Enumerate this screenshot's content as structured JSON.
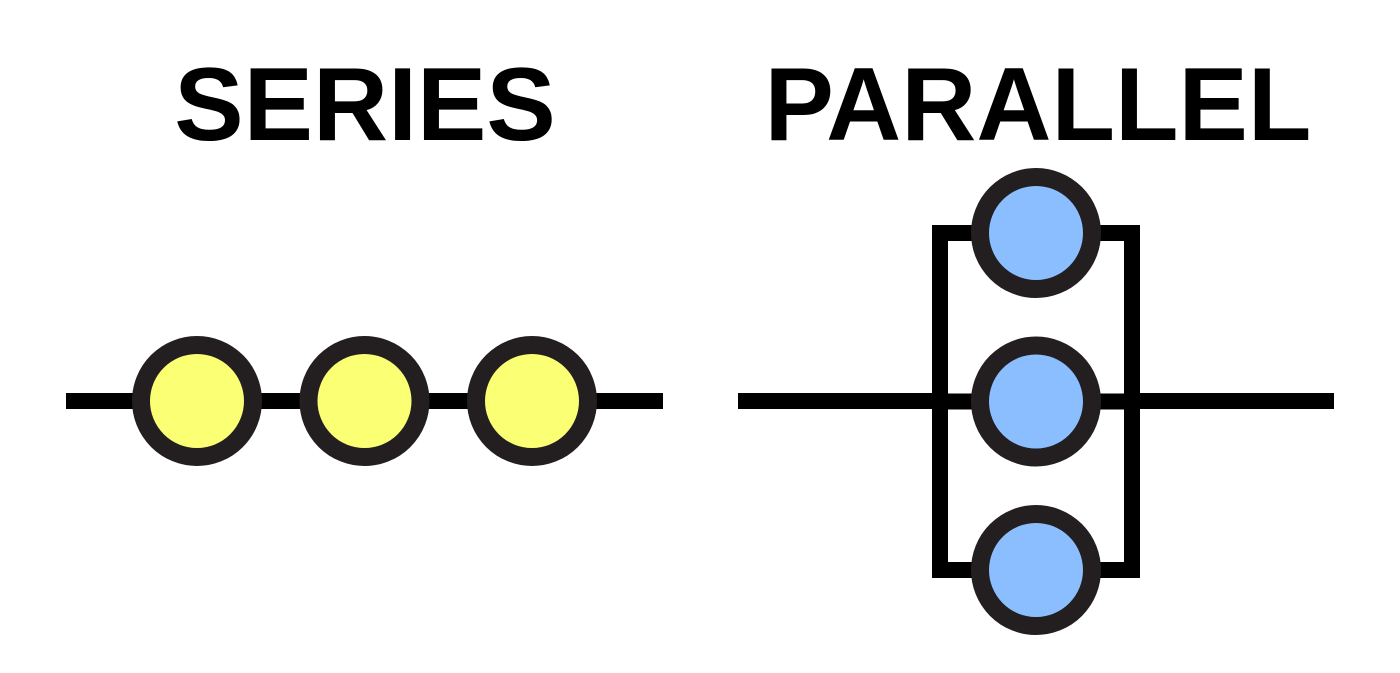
{
  "titles": {
    "series": "SERIES",
    "parallel": "PARALLEL"
  },
  "colors": {
    "background": "#ffffff",
    "text": "#000000",
    "wire": "#000000",
    "bulb_outline": "#231f20",
    "series_bulb_fill": "#fbff74",
    "parallel_bulb_fill": "#8bbeff"
  },
  "series_circuit": {
    "bulb_count": 3
  },
  "parallel_circuit": {
    "branch_count": 3
  }
}
